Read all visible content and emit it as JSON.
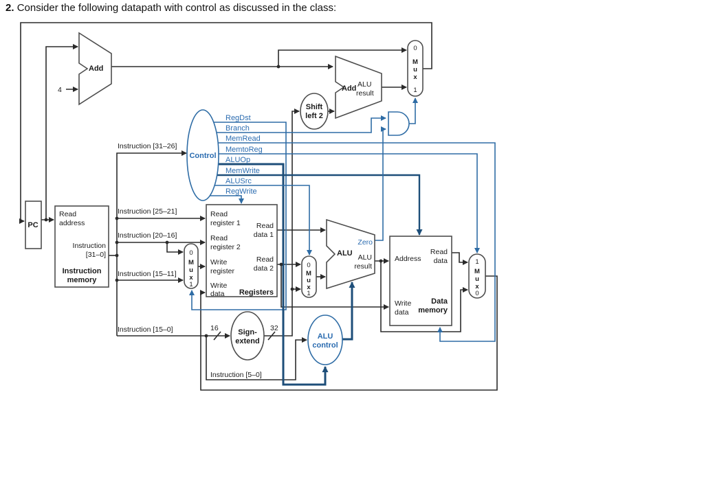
{
  "title": {
    "number": "2.",
    "text": "Consider the following datapath with control as discussed in the class:"
  },
  "colors": {
    "wire": "#2b2b2b",
    "blue_wire": "#2e6ca5",
    "blue_thick": "#1d4e79",
    "blue_text": "#2b6cb0",
    "shape_stroke": "#4d4d4d"
  },
  "adders": {
    "pc_add": "Add",
    "branch_add": "Add",
    "branch_result": [
      "ALU",
      "result"
    ]
  },
  "constants": {
    "four": "4",
    "bit16": "16",
    "bit32": "32"
  },
  "pc": "PC",
  "instruction_memory": {
    "read_address": [
      "Read",
      "address"
    ],
    "instruction_out": [
      "Instruction",
      "[31–0]"
    ],
    "name": [
      "Instruction",
      "memory"
    ]
  },
  "control": {
    "name": "Control",
    "input": "Instruction [31–26]",
    "signals": [
      "RegDst",
      "Branch",
      "MemRead",
      "MemtoReg",
      "ALUOp",
      "MemWrite",
      "ALUSrc",
      "RegWrite"
    ]
  },
  "shift_left2": [
    "Shift",
    "left 2"
  ],
  "registers": {
    "read_register1": [
      "Read",
      "register 1"
    ],
    "read_register2": [
      "Read",
      "register 2"
    ],
    "write_register": [
      "Write",
      "register"
    ],
    "write_data": [
      "Write",
      "data"
    ],
    "read_data1": [
      "Read",
      "data 1"
    ],
    "read_data2": [
      "Read",
      "data 2"
    ],
    "name": "Registers"
  },
  "instruction_fields": {
    "f25_21": "Instruction [25–21]",
    "f20_16": "Instruction [20–16]",
    "f15_11": "Instruction [15–11]",
    "f15_0": "Instruction [15–0]",
    "f5_0": "Instruction [5–0]"
  },
  "alu": {
    "name": "ALU",
    "zero": "Zero",
    "result": [
      "ALU",
      "result"
    ]
  },
  "sign_extend": [
    "Sign-",
    "extend"
  ],
  "alu_control": [
    "ALU",
    "control"
  ],
  "data_memory": {
    "address": "Address",
    "read_data": [
      "Read",
      "data"
    ],
    "write_data": [
      "Write",
      "data"
    ],
    "name": [
      "Data",
      "memory"
    ]
  },
  "muxes": {
    "pcsrc": [
      "0",
      "M",
      "u",
      "x",
      "1"
    ],
    "regdst": [
      "0",
      "M",
      "u",
      "x",
      "1"
    ],
    "alusrc": [
      "0",
      "M",
      "u",
      "x",
      "1"
    ],
    "memtoreg": [
      "1",
      "M",
      "u",
      "x",
      "0"
    ]
  }
}
